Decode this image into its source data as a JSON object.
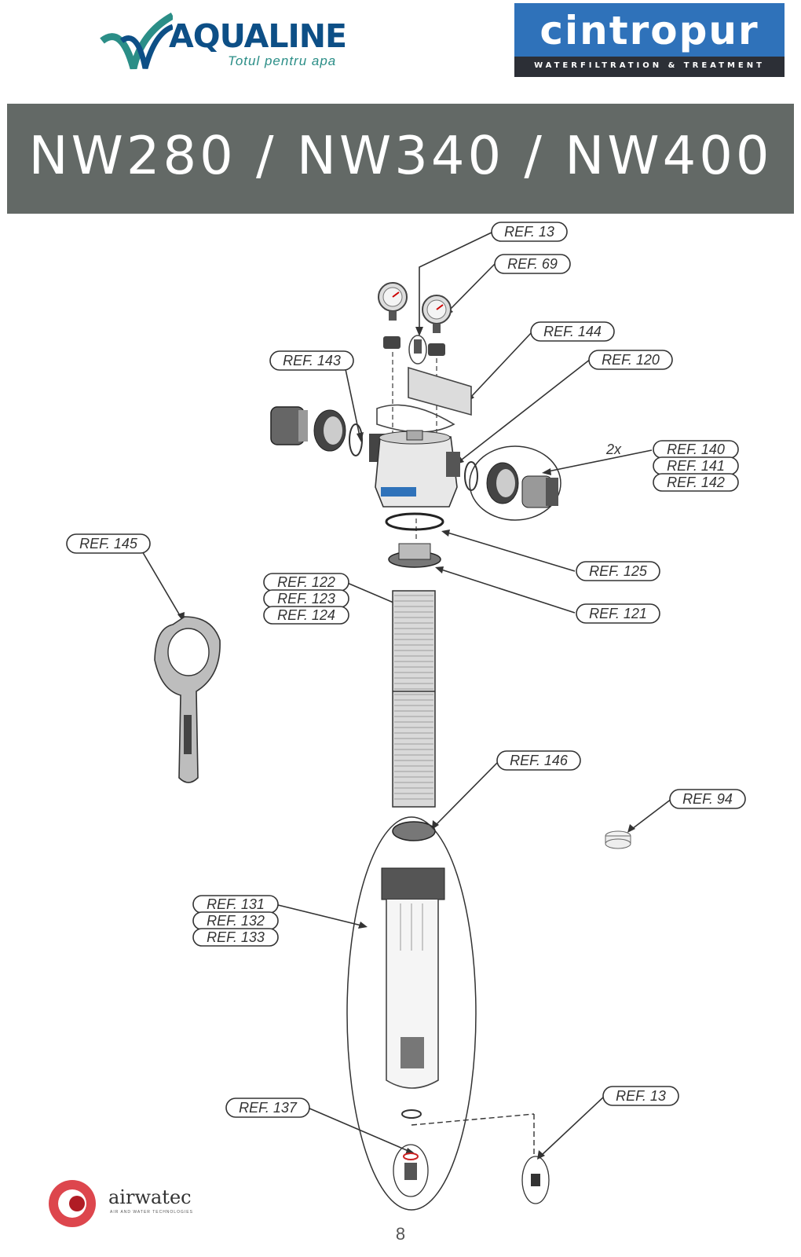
{
  "header": {
    "aqualine": {
      "brand": "AQUALINE",
      "tagline": "Totul pentru apa",
      "color_brand": "#0d4f86",
      "color_accent": "#2b8e87"
    },
    "cintropur": {
      "brand": "cintropur",
      "subtitle": "WATERFILTRATION & TREATMENT",
      "color_top": "#2f72ba",
      "color_bottom": "#2c2f36"
    }
  },
  "title": "NW280 / NW340 / NW400",
  "labels": {
    "r13_top": "REF. 13",
    "r69": "REF. 69",
    "r144": "REF. 144",
    "r143": "REF. 143",
    "r120": "REF. 120",
    "qty_2x": "2x",
    "r140": "REF. 140",
    "r141": "REF. 141",
    "r142": "REF. 142",
    "r145": "REF. 145",
    "r122": "REF. 122",
    "r123": "REF. 123",
    "r124": "REF. 124",
    "r125": "REF. 125",
    "r121": "REF. 121",
    "r146": "REF. 146",
    "r94": "REF. 94",
    "r131": "REF. 131",
    "r132": "REF. 132",
    "r133": "REF. 133",
    "r137": "REF. 137",
    "r13_bottom": "REF. 13"
  },
  "footer": {
    "airwatec": {
      "name": "airwatec",
      "subtitle": "AIR AND WATER TECHNOLOGIES"
    },
    "page_number": "8"
  }
}
